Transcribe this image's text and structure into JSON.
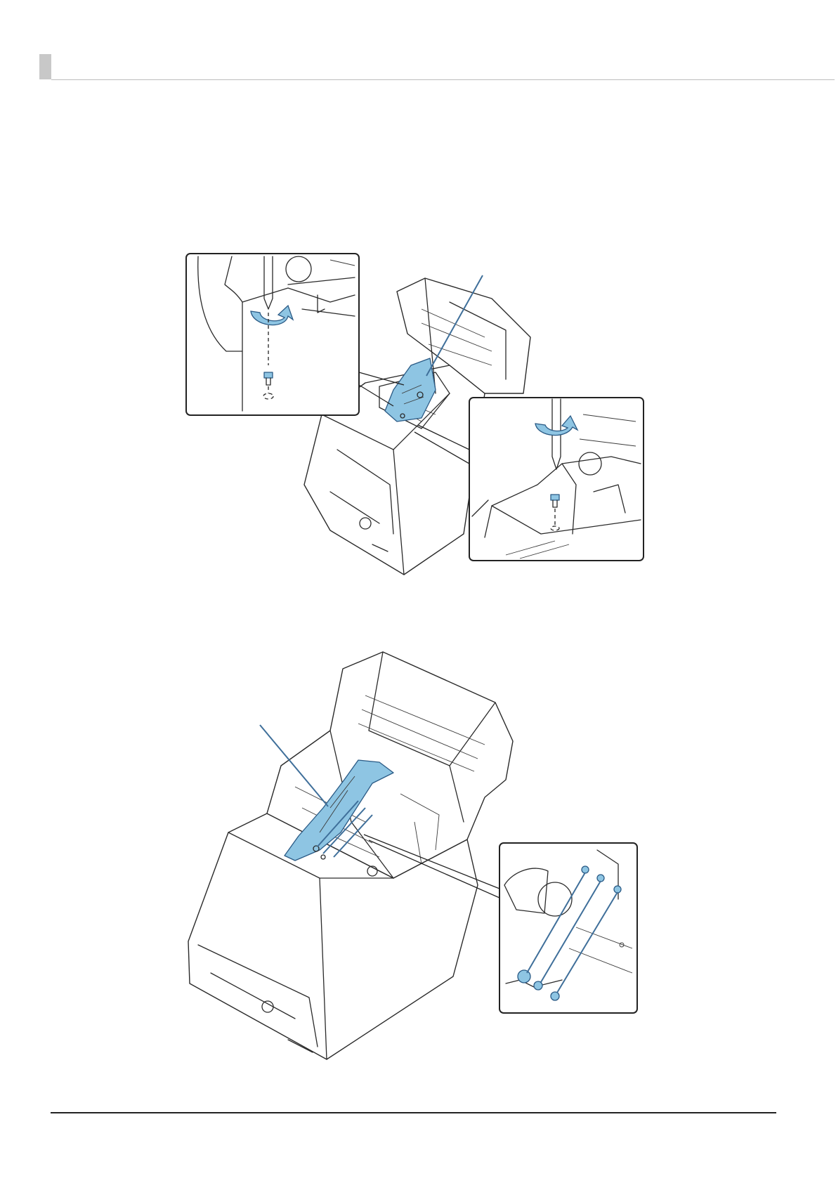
{
  "page": {
    "header_tab_color": "#c8c8c8",
    "accent_blue": "#8ec5e3",
    "leader_blue": "#3f6f9a"
  },
  "figures": [
    {
      "id": "figure-1",
      "depicts": "printer-open-with-screw-removal-detail",
      "icons": [
        "screwdriver-icon",
        "screw-icon",
        "rotate-arrow-icon"
      ]
    },
    {
      "id": "figure-2",
      "depicts": "printer-open-with-guide-part-and-pins-detail",
      "icons": [
        "pin-icon"
      ]
    }
  ]
}
